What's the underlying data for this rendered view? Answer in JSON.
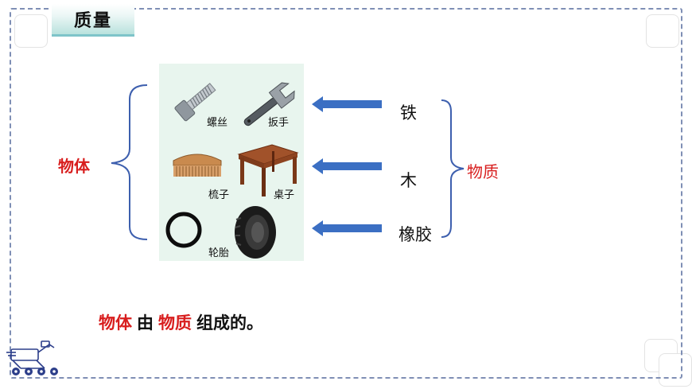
{
  "header": {
    "title": "质量"
  },
  "objects": {
    "group_label": "物体",
    "items": [
      {
        "label": "螺丝"
      },
      {
        "label": "扳手"
      },
      {
        "label": "梳子"
      },
      {
        "label": "桌子"
      },
      {
        "label": "轮胎"
      }
    ]
  },
  "materials": {
    "group_label": "物质",
    "items": [
      {
        "label": "铁"
      },
      {
        "label": "木"
      },
      {
        "label": "橡胶"
      }
    ]
  },
  "sentence": {
    "part1": "物体",
    "part2": "由",
    "part3": "物质",
    "part4": "组成的。"
  },
  "colors": {
    "accent_red": "#d81e1e",
    "arrow_blue": "#3b6fc3",
    "bracket_blue": "#3d5fae",
    "frame": "#7f8fb5"
  },
  "icons": [
    "bolt-icon",
    "wrench-icon",
    "comb-icon",
    "table-icon",
    "ring-icon",
    "tire-icon",
    "rover-logo-icon"
  ]
}
